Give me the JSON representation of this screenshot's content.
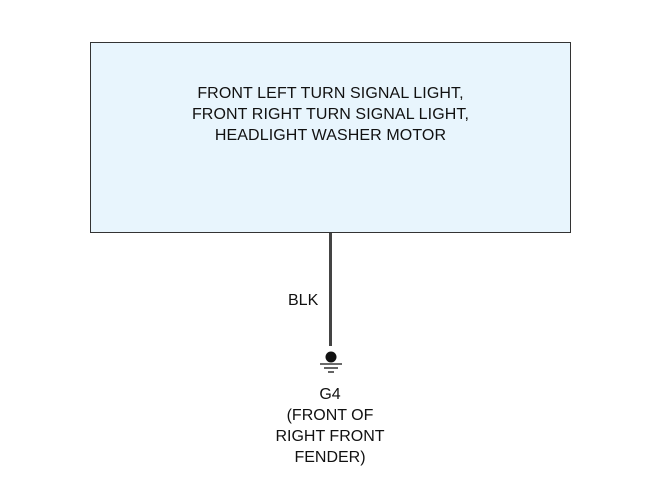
{
  "component": {
    "lines": [
      "FRONT LEFT TURN SIGNAL LIGHT,",
      "FRONT RIGHT TURN SIGNAL LIGHT,",
      "HEADLIGHT WASHER MOTOR"
    ]
  },
  "wire": {
    "color_code": "BLK"
  },
  "ground": {
    "icon": "ground-icon",
    "id": "G4",
    "location_lines": [
      "(FRONT OF",
      "RIGHT FRONT",
      "FENDER)"
    ]
  },
  "colors": {
    "box_fill": "#e8f5fd",
    "line": "#444444"
  }
}
